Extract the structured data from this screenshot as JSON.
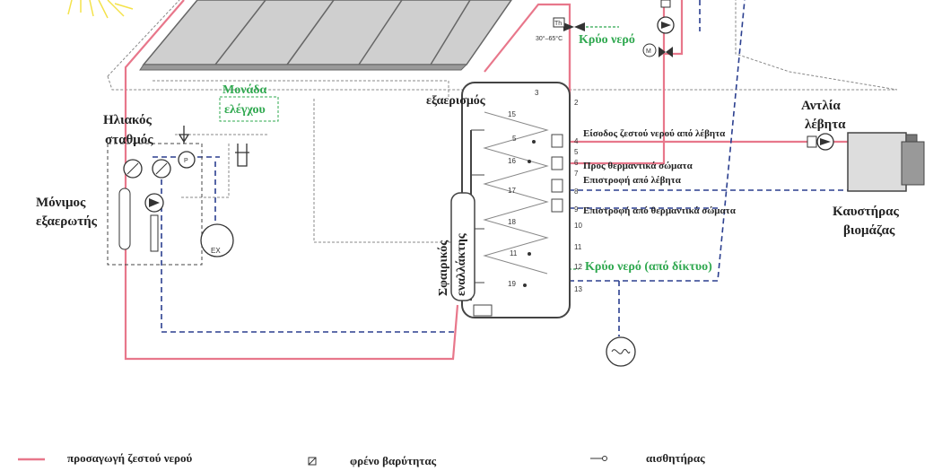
{
  "diagram": {
    "labels": {
      "solar_station": [
        "Ηλιακός",
        "σταθμός"
      ],
      "control_unit": [
        "Μονάδα",
        "ελέγχου"
      ],
      "permanent_vent": [
        "Μόνιμος",
        "εξαερωτής"
      ],
      "vent": "εξαερισμός",
      "cold_water_top": "Κρύο νερό",
      "boiler_pump": [
        "Αντλία",
        "λέβητα"
      ],
      "biomass_boiler": [
        "Καυστήρας",
        "βιομάζας"
      ],
      "spherical_exchanger": [
        "Σφαιρικός",
        "εναλλάκτης"
      ],
      "hot_in_from_boiler": "Είσοδος ζεστού νερού από λέβητα",
      "to_radiators": "Προς θερμαντικά σώματα",
      "return_from_boiler": "Επιστροφή από λέβητα",
      "return_from_radiators": "Επιστροφή από θερμαντικά σώματα",
      "cold_water_mains": "Κρύο νερό (από δίκτυο)",
      "thermo_range": "30°–65°C",
      "thermo_tag": "Th",
      "expansion": "EX",
      "motor": "M",
      "pressure": "P"
    },
    "tank_ports": [
      "2",
      "4",
      "5",
      "6",
      "7",
      "8",
      "9",
      "10",
      "11",
      "12",
      "13"
    ],
    "inner_ports": [
      "3",
      "15",
      "5",
      "16",
      "17",
      "18",
      "11",
      "19"
    ],
    "colors": {
      "hot": "#e8778b",
      "cold": "#2b3f8f",
      "signal": "#888888",
      "green": "#2fa84f"
    }
  },
  "legend": {
    "hot_supply": "προσαγωγή ζεστού νερού",
    "gravity_brake": "φρένο βαρύτητας",
    "sensor": "αισθητήρας"
  }
}
